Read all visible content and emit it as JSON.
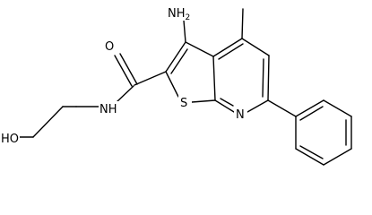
{
  "structure": {
    "atoms": {
      "o_carbonyl": "O",
      "nh2_n": "NH",
      "nh2_sub": "2",
      "n_amide": "N",
      "h_amide": "H",
      "hydroxyl": "HO",
      "sulfur": "S",
      "n_ring": "N"
    }
  },
  "colors": {
    "bond": "#000000",
    "background": "#ffffff"
  }
}
